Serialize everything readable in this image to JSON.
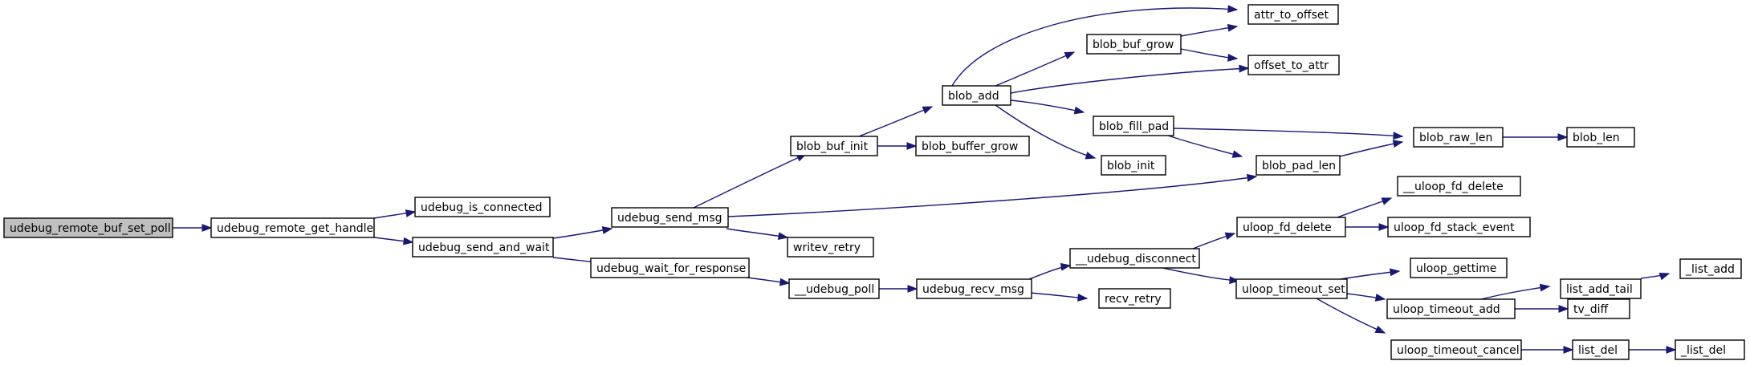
{
  "diagram": {
    "type": "call-graph",
    "colors": {
      "edge": "#191970",
      "root_fill": "#bfbfbf",
      "node_fill": "#ffffff",
      "border": "#000000"
    },
    "nodes": [
      {
        "id": "n0",
        "label": "udebug_remote_buf_set_poll",
        "root": true
      },
      {
        "id": "n1",
        "label": "udebug_remote_get_handle"
      },
      {
        "id": "n2",
        "label": "udebug_is_connected"
      },
      {
        "id": "n3",
        "label": "udebug_send_and_wait"
      },
      {
        "id": "n4",
        "label": "udebug_send_msg"
      },
      {
        "id": "n5",
        "label": "udebug_wait_for_response"
      },
      {
        "id": "n6",
        "label": "blob_buf_init"
      },
      {
        "id": "n7",
        "label": "writev_retry"
      },
      {
        "id": "n8",
        "label": "blob_pad_len"
      },
      {
        "id": "n9",
        "label": "__udebug_poll"
      },
      {
        "id": "n10",
        "label": "udebug_recv_msg"
      },
      {
        "id": "n11",
        "label": "blob_add"
      },
      {
        "id": "n12",
        "label": "blob_buffer_grow"
      },
      {
        "id": "n13",
        "label": "blob_buf_grow"
      },
      {
        "id": "n14",
        "label": "attr_to_offset"
      },
      {
        "id": "n15",
        "label": "offset_to_attr"
      },
      {
        "id": "n16",
        "label": "blob_fill_pad"
      },
      {
        "id": "n17",
        "label": "blob_init"
      },
      {
        "id": "n18",
        "label": "blob_raw_len"
      },
      {
        "id": "n19",
        "label": "blob_len"
      },
      {
        "id": "n20",
        "label": "__udebug_disconnect"
      },
      {
        "id": "n21",
        "label": "recv_retry"
      },
      {
        "id": "n22",
        "label": "uloop_fd_delete"
      },
      {
        "id": "n23",
        "label": "__uloop_fd_delete"
      },
      {
        "id": "n24",
        "label": "uloop_fd_stack_event"
      },
      {
        "id": "n25",
        "label": "uloop_timeout_set"
      },
      {
        "id": "n26",
        "label": "uloop_gettime"
      },
      {
        "id": "n27",
        "label": "uloop_timeout_add"
      },
      {
        "id": "n28",
        "label": "uloop_timeout_cancel"
      },
      {
        "id": "n29",
        "label": "list_add_tail"
      },
      {
        "id": "n30",
        "label": "_list_add"
      },
      {
        "id": "n31",
        "label": "tv_diff"
      },
      {
        "id": "n32",
        "label": "list_del"
      },
      {
        "id": "n33",
        "label": "_list_del"
      }
    ],
    "edges": [
      {
        "from": "n0",
        "to": "n1"
      },
      {
        "from": "n1",
        "to": "n2"
      },
      {
        "from": "n1",
        "to": "n3"
      },
      {
        "from": "n3",
        "to": "n4"
      },
      {
        "from": "n3",
        "to": "n5"
      },
      {
        "from": "n4",
        "to": "n6"
      },
      {
        "from": "n4",
        "to": "n7"
      },
      {
        "from": "n4",
        "to": "n8"
      },
      {
        "from": "n5",
        "to": "n9"
      },
      {
        "from": "n6",
        "to": "n11"
      },
      {
        "from": "n6",
        "to": "n12"
      },
      {
        "from": "n11",
        "to": "n13"
      },
      {
        "from": "n11",
        "to": "n14"
      },
      {
        "from": "n11",
        "to": "n15"
      },
      {
        "from": "n11",
        "to": "n16"
      },
      {
        "from": "n11",
        "to": "n17"
      },
      {
        "from": "n13",
        "to": "n14"
      },
      {
        "from": "n13",
        "to": "n15"
      },
      {
        "from": "n16",
        "to": "n18"
      },
      {
        "from": "n16",
        "to": "n8"
      },
      {
        "from": "n8",
        "to": "n18"
      },
      {
        "from": "n18",
        "to": "n19"
      },
      {
        "from": "n9",
        "to": "n10"
      },
      {
        "from": "n10",
        "to": "n20"
      },
      {
        "from": "n10",
        "to": "n21"
      },
      {
        "from": "n20",
        "to": "n22"
      },
      {
        "from": "n20",
        "to": "n25"
      },
      {
        "from": "n22",
        "to": "n23"
      },
      {
        "from": "n22",
        "to": "n24"
      },
      {
        "from": "n25",
        "to": "n26"
      },
      {
        "from": "n25",
        "to": "n27"
      },
      {
        "from": "n25",
        "to": "n28"
      },
      {
        "from": "n27",
        "to": "n29"
      },
      {
        "from": "n27",
        "to": "n31"
      },
      {
        "from": "n29",
        "to": "n30"
      },
      {
        "from": "n28",
        "to": "n32"
      },
      {
        "from": "n32",
        "to": "n33"
      }
    ]
  }
}
